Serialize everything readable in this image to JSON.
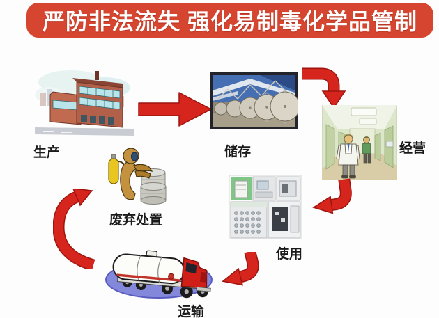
{
  "title": {
    "text": "严防非法流失 强化易制毒化学品管制"
  },
  "colors": {
    "banner_bg": "#d5452f",
    "banner_text": "#ffffff",
    "arrow_red": "#d6251c",
    "arrow_edge": "#9e140f",
    "label_color": "#1a1a1a"
  },
  "nodes": {
    "production": {
      "label": "生产"
    },
    "storage": {
      "label": "储存"
    },
    "operation": {
      "label": "经营"
    },
    "use": {
      "label": "使用"
    },
    "transport": {
      "label": "运输"
    },
    "disposal": {
      "label": "废弃处置"
    }
  },
  "flow": {
    "sequence": [
      "生产",
      "储存",
      "经营",
      "使用",
      "运输",
      "废弃处置"
    ],
    "cycle": true
  }
}
